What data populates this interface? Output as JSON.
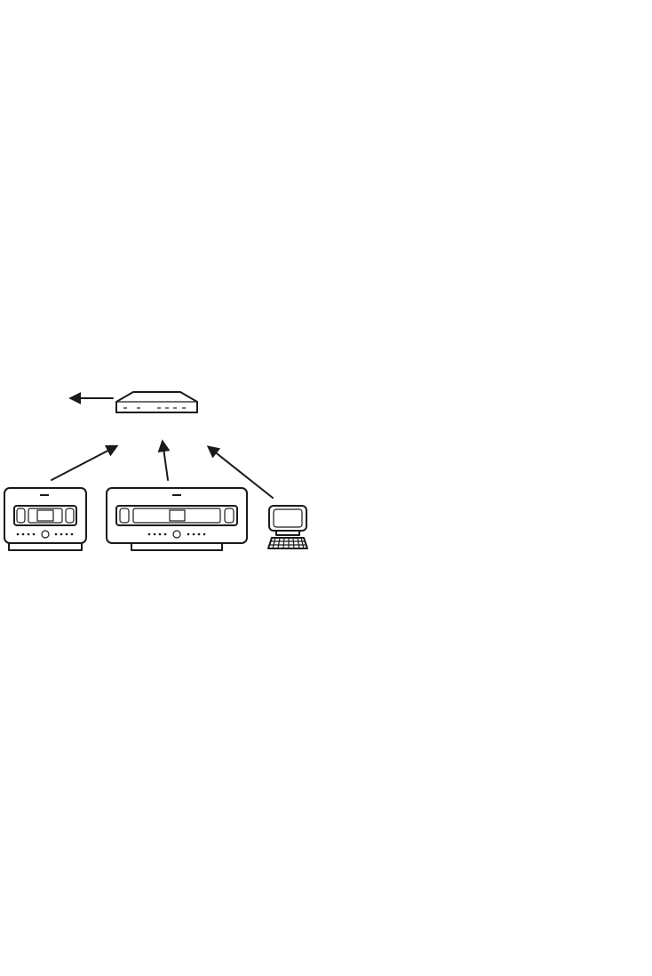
{
  "diagram": {
    "nodes": [
      {
        "id": "router",
        "icon": "router-icon"
      },
      {
        "id": "center",
        "icon": "compact-music-center-icon"
      },
      {
        "id": "station",
        "icon": "wide-music-station-icon"
      },
      {
        "id": "computer",
        "icon": "desktop-computer-icon"
      }
    ],
    "edges": [
      {
        "from": "router",
        "to": "outside"
      },
      {
        "from": "center",
        "to": "router"
      },
      {
        "from": "station",
        "to": "router"
      },
      {
        "from": "computer",
        "to": "router"
      }
    ]
  }
}
